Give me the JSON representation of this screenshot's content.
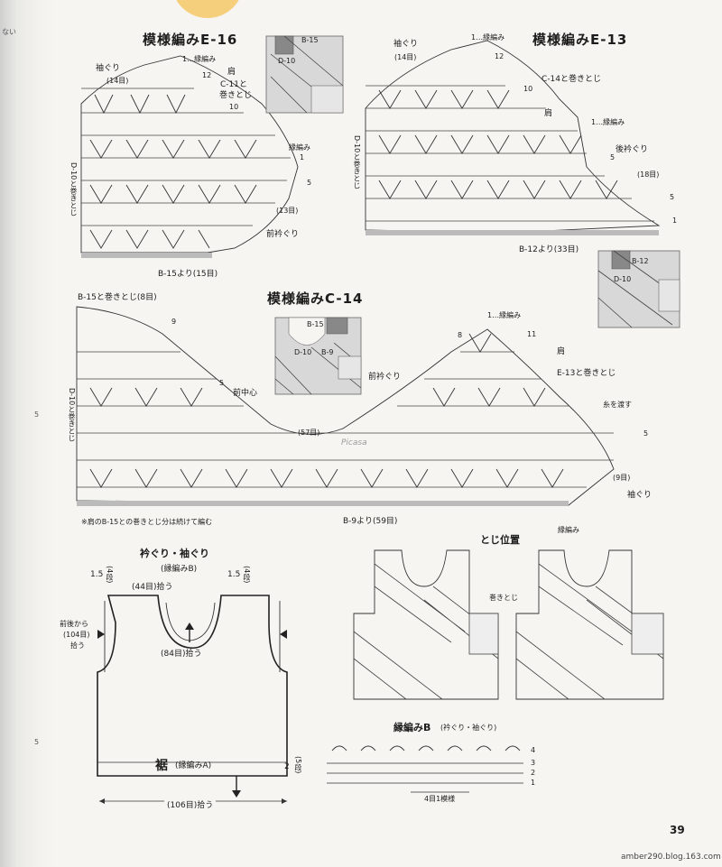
{
  "page": {
    "number": "39",
    "watermark": "amber290.blog.163.com",
    "stamp": "Picasa"
  },
  "e16": {
    "title": "模様編みE-16",
    "label_b15": "B-15",
    "label_d10": "D-10",
    "sleeve": "袖ぐり",
    "count_14": "(14目)",
    "edge": "1…縁編み",
    "row12": "12",
    "shoulder": "肩",
    "c11": "C-11と",
    "c11b": "巻きとじ",
    "row10": "10",
    "border": "縁編み",
    "one": "1",
    "row5": "5",
    "count_13": "(13目)",
    "front_neck": "前衿ぐり",
    "d10_side": "D-10と巻きとじ",
    "from_b15": "B-15より(15目)"
  },
  "e13": {
    "title": "模様編みE-13",
    "sleeve": "袖ぐり",
    "count_14": "(14目)",
    "edge": "1…縁編み",
    "row12": "12",
    "c14": "C-14と巻きとじ",
    "row10": "10",
    "shoulder": "肩",
    "edge2": "1…縁編み",
    "back_neck": "後衿ぐり",
    "row5a": "5",
    "count_18": "(18目)",
    "row5": "5",
    "row1": "1",
    "d10_side": "D-10と巻きとじ",
    "from_b12": "B-12より(33目)",
    "label_b12": "B-12",
    "label_d10": "D-10"
  },
  "c14": {
    "title": "模様編みC-14",
    "b15_join": "B-15と巻きとじ(8目)",
    "row9": "9",
    "row5": "5",
    "front_center": "前中心",
    "count_57": "(57目)",
    "front_neck": "前衿ぐり",
    "label_b15": "B-15",
    "label_d10": "D-10",
    "label_b9": "B-9",
    "edge": "1…縁編み",
    "row8": "8",
    "row11": "11",
    "shoulder": "肩",
    "e13": "E-13と巻きとじ",
    "yarn_cross": "糸を渡す",
    "row5r": "5",
    "count_9": "(9目)",
    "sleeve": "袖ぐり",
    "border": "縁編み",
    "from_b9": "B-9より(59目)",
    "note": "※肩のB-15との巻きとじ分は続けて編む",
    "d10_side": "D-10と巻きとじ"
  },
  "neck": {
    "title": "衿ぐり・袖ぐり",
    "subtitle": "(縁編みB)",
    "left_rows": "1.5",
    "left_rows_unit": "(4段)",
    "right_rows": "1.5",
    "right_rows_unit": "(4段)",
    "pick_44": "(44目)拾う",
    "pick_104a": "前後から",
    "pick_104b": "(104目)",
    "pick_104c": "拾う",
    "pick_84": "(84目)拾う",
    "hem": "裾",
    "hem_sub": "(縁編みA)",
    "hem_rows": "2",
    "hem_rows_unit": "(5段)",
    "pick_106": "(106目)拾う"
  },
  "assembly": {
    "title": "とじ位置",
    "label": "巻きとじ"
  },
  "borderB": {
    "title": "縁編みB",
    "subtitle": "(衿ぐり・袖ぐり)",
    "r4": "4",
    "r3": "3",
    "r2": "2",
    "r1": "1",
    "repeat": "4目1模様"
  },
  "side_left": {
    "a": "ない",
    "b": "5",
    "c": "5"
  }
}
